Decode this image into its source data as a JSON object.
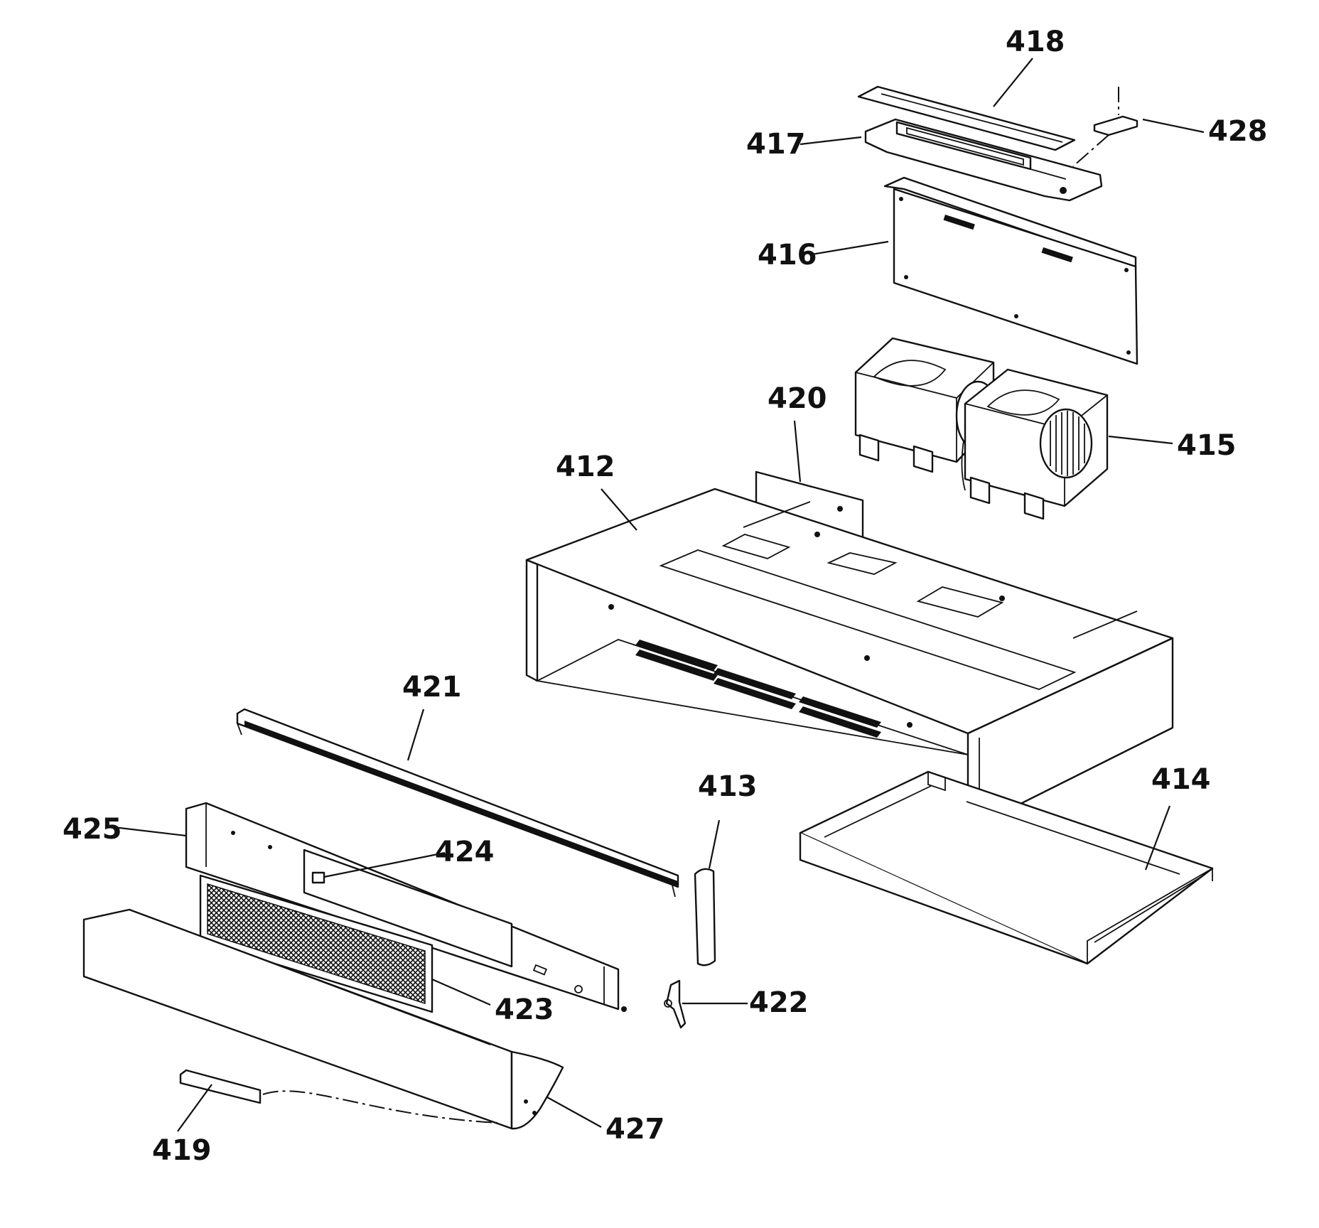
{
  "labels": {
    "p412": "412",
    "p413": "413",
    "p414": "414",
    "p415": "415",
    "p416": "416",
    "p417": "417",
    "p418": "418",
    "p419": "419",
    "p420": "420",
    "p421": "421",
    "p422": "422",
    "p423": "423",
    "p424": "424",
    "p425": "425",
    "p427": "427",
    "p428": "428"
  }
}
